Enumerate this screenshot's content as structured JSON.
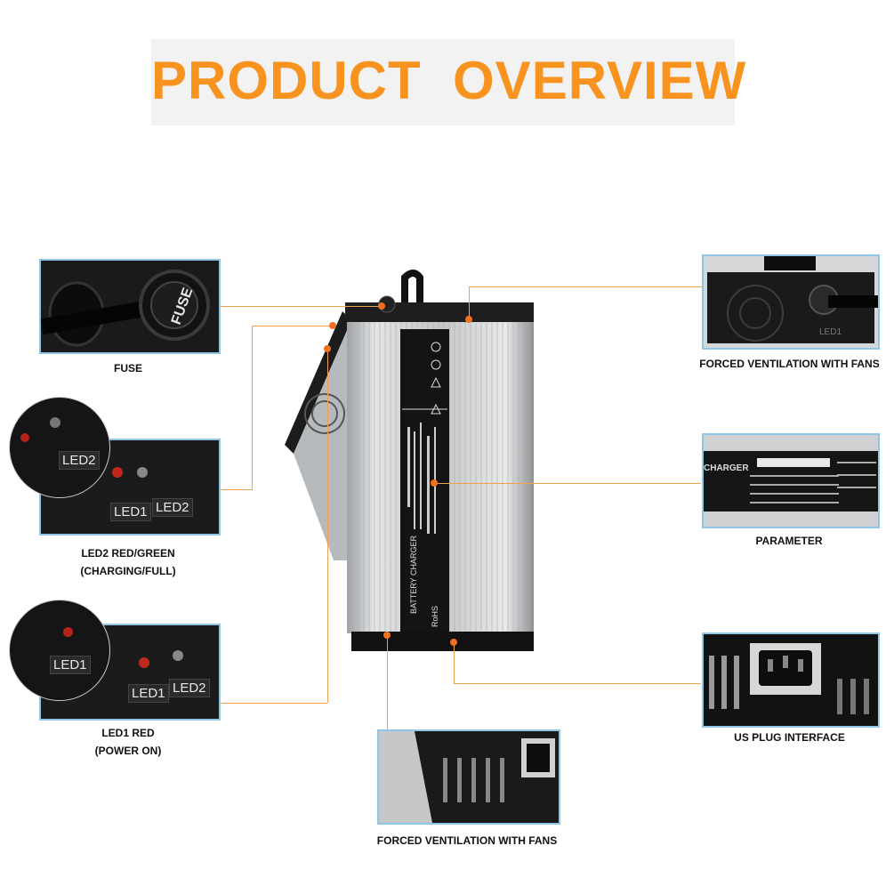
{
  "title": "PRODUCT  OVERVIEW",
  "callouts": {
    "fuse": {
      "caption": "FUSE",
      "fuse_text": "FUSE"
    },
    "led2": {
      "caption_line1": "LED2 RED/GREEN",
      "caption_line2": "(CHARGING/FULL)",
      "label_a": "LED2",
      "label_b": "LED1",
      "label_c": "LED2"
    },
    "led1": {
      "caption_line1": "LED1 RED",
      "caption_line2": "(POWER ON)",
      "label_a": "LED1",
      "label_b": "LED1",
      "label_c": "LED2"
    },
    "fans_top": {
      "caption": "FORCED VENTILATION WITH FANS",
      "label": "LED1"
    },
    "parameter": {
      "caption": "PARAMETER",
      "label": "CHARGER"
    },
    "plug": {
      "caption": "US PLUG INTERFACE"
    },
    "fans_bottom": {
      "caption": "FORCED VENTILATION WITH FANS"
    }
  },
  "product": {
    "side_label": "BATTERY CHARGER",
    "rohs": "RoHS"
  },
  "colors": {
    "accent": "#f7931e",
    "callout_line": "#f0a050",
    "box_border": "#8fc6e8",
    "charger_body": "#c9cbcd"
  }
}
